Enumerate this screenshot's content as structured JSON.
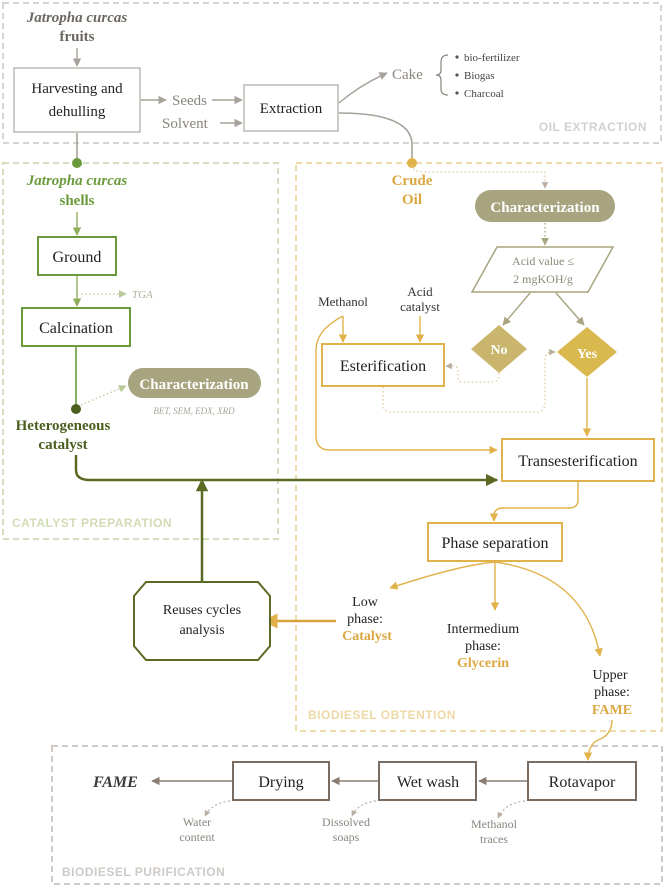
{
  "colors": {
    "gray": "#a6a29a",
    "gray_text": "#6f6b63",
    "dark_box": "#7a6c60",
    "green": "#6a9a3c",
    "green_light": "#a8c07a",
    "dark_green": "#4a5f1e",
    "olive": "#6e7a2a",
    "gold": "#e2b24a",
    "gold_text": "#dba740",
    "khaki": "#a7a47f",
    "khaki_fill": "#b7b48c",
    "yes_fill": "#d9b84e"
  },
  "sections": {
    "oil_extraction": "OIL EXTRACTION",
    "catalyst_preparation": "CATALYST PREPARATION",
    "biodiesel_obtention": "BIODIESEL OBTENTION",
    "biodiesel_purification": "BIODIESEL PURIFICATION"
  },
  "oil_extraction": {
    "jatropha_fruits_1": "Jatropha curcas",
    "jatropha_fruits_2": "fruits",
    "harvesting_1": "Harvesting and",
    "harvesting_2": "dehulling",
    "seeds": "Seeds",
    "solvent": "Solvent",
    "extraction": "Extraction",
    "cake": "Cake",
    "cake_uses": [
      "bio-fertilizer",
      "Biogas",
      "Charcoal"
    ]
  },
  "catalyst": {
    "shells_1": "Jatropha curcas",
    "shells_2": "shells",
    "ground": "Ground",
    "tga": "TGA",
    "calcination": "Calcination",
    "characterization": "Characterization",
    "characterization_methods": "BET, SEM, EDX, XRD",
    "catalyst_1": "Heterogeneous",
    "catalyst_2": "catalyst"
  },
  "obtention": {
    "crude_oil_1": "Crude",
    "crude_oil_2": "Oil",
    "characterization": "Characterization",
    "acid_value_1": "Acid value ≤",
    "acid_value_2": "2 mgKOH/g",
    "methanol": "Methanol",
    "acid_catalyst_1": "Acid",
    "acid_catalyst_2": "catalyst",
    "no": "No",
    "yes": "Yes",
    "esterification": "Esterification",
    "transesterification": "Transesterification",
    "phase_separation": "Phase separation",
    "reuses_1": "Reuses cycles",
    "reuses_2": "analysis",
    "low_1": "Low",
    "low_2": "phase:",
    "low_3": "Catalyst",
    "mid_1": "Intermedium",
    "mid_2": "phase:",
    "mid_3": "Glycerin",
    "up_1": "Upper",
    "up_2": "phase:",
    "up_3": "FAME"
  },
  "purification": {
    "fame": "FAME",
    "drying": "Drying",
    "wet_wash": "Wet wash",
    "rotavapor": "Rotavapor",
    "water_1": "Water",
    "water_2": "content",
    "soaps_1": "Dissolved",
    "soaps_2": "soaps",
    "methanol_1": "Methanol",
    "methanol_2": "traces"
  }
}
